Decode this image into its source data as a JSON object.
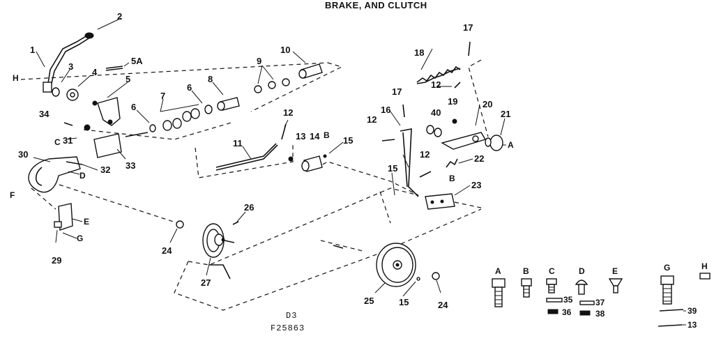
{
  "title": "BRAKE, AND CLUTCH",
  "drawing": {
    "sheet": "D3",
    "figure": "F25863"
  },
  "labels": {
    "p1": "1",
    "p2": "2",
    "p3": "3",
    "p4": "4",
    "p5": "5",
    "p5a": "5A",
    "h": "H",
    "p6a": "6",
    "p6b": "6",
    "p7": "7",
    "p8": "8",
    "p9": "9",
    "p10": "10",
    "p11": "11",
    "p12a": "12",
    "p12b": "12",
    "p12c": "12",
    "p12d": "12",
    "p13": "13",
    "p14": "14",
    "b1": "B",
    "p15a": "15",
    "p15b": "15",
    "p15c": "15",
    "p16": "16",
    "p17a": "17",
    "p17b": "17",
    "p18": "18",
    "p19": "19",
    "p20": "20",
    "p21": "21",
    "a1": "A",
    "p22": "22",
    "p23": "23",
    "b2": "B",
    "p40": "40",
    "p24a": "24",
    "p24b": "24",
    "p25": "25",
    "p26": "26",
    "p27": "27",
    "p29": "29",
    "p30": "30",
    "p31": "31",
    "c1": "C",
    "p32": "32",
    "p33": "33",
    "p34": "34",
    "d1": "D",
    "e1": "E",
    "f1": "F",
    "g1": "G"
  },
  "hardware": {
    "A": "A",
    "B": "B",
    "C": "C",
    "D": "D",
    "E": "E",
    "G": "G",
    "H": "H",
    "n35": "35",
    "n36": "36",
    "n37": "37",
    "n38": "38",
    "n39": "39",
    "n13": "13"
  }
}
